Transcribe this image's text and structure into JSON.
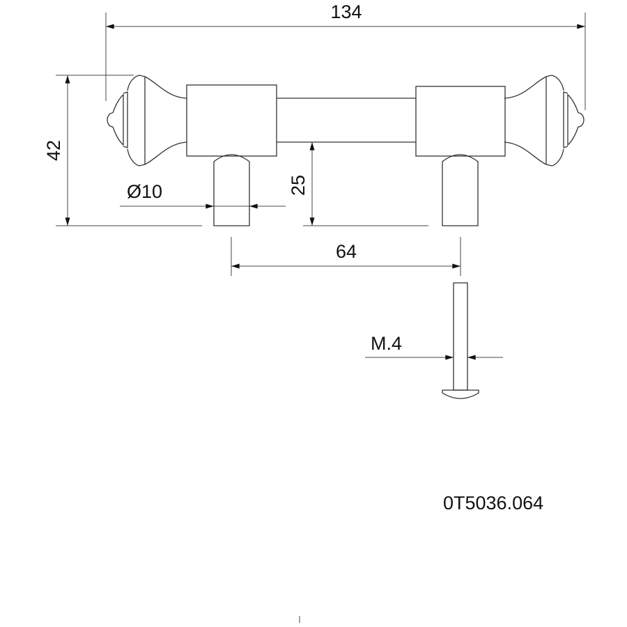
{
  "drawing": {
    "dimensions": {
      "overall_length": "134",
      "height": "42",
      "post_diameter": "Ø10",
      "post_height": "25",
      "hole_spacing": "64",
      "screw_thread": "M.4"
    },
    "part_number": "0T5036.064"
  }
}
